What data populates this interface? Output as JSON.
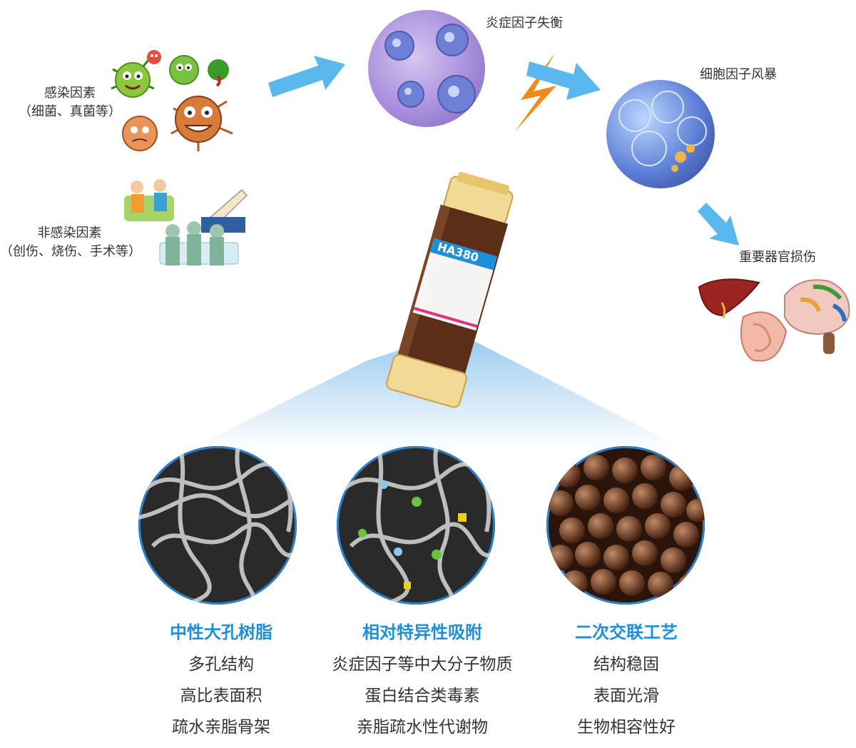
{
  "top": {
    "infection_label": "感染因素",
    "infection_sub": "（细菌、真菌等）",
    "noninfection_label": "非感染因素",
    "noninfection_sub": "（创伤、烧伤、手术等）",
    "imbalance_label": "炎症因子失衡",
    "storm_label": "细胞因子风暴",
    "organ_label": "重要器官损伤",
    "cartridge_model": "HA380"
  },
  "features": [
    {
      "title": "中性大孔树脂",
      "lines": [
        "多孔结构",
        "高比表面积",
        "疏水亲脂骨架"
      ]
    },
    {
      "title": "相对特异性吸附",
      "lines": [
        "炎症因子等中大分子物质",
        "蛋白结合类毒素",
        "亲脂疏水性代谢物"
      ]
    },
    {
      "title": "二次交联工艺",
      "lines": [
        "结构稳固",
        "表面光滑",
        "生物相容性好"
      ]
    }
  ],
  "colors": {
    "accent": "#1d8fd8",
    "arrow": "#5bb8ee",
    "bolt": "#f08a1c"
  }
}
